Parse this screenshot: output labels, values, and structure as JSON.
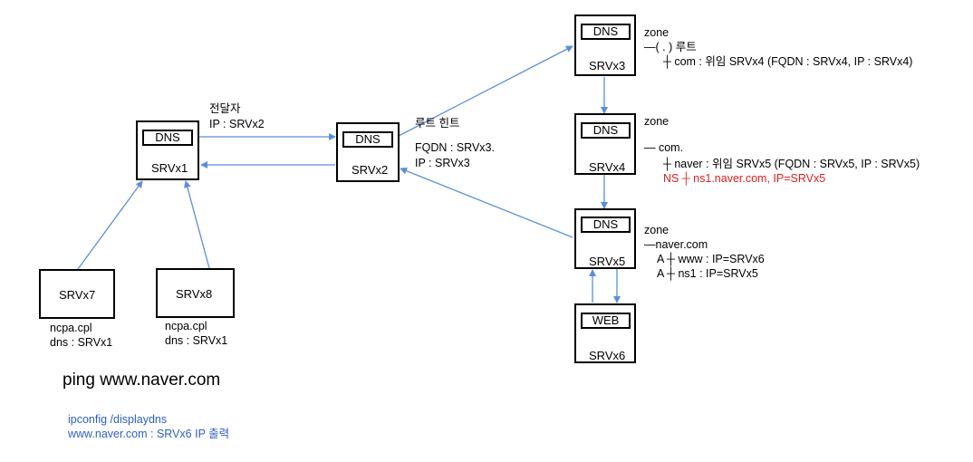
{
  "nodes": {
    "srvx1": {
      "inner": "DNS",
      "label": "SRVx1"
    },
    "srvx2": {
      "inner": "DNS",
      "label": "SRVx2"
    },
    "srvx3": {
      "inner": "DNS",
      "label": "SRVx3"
    },
    "srvx4": {
      "inner": "DNS",
      "label": "SRVx4"
    },
    "srvx5": {
      "inner": "DNS",
      "label": "SRVx5"
    },
    "srvx6": {
      "inner": "WEB",
      "label": "SRVx6"
    },
    "srvx7": {
      "label": "SRVx7"
    },
    "srvx8": {
      "label": "SRVx8"
    }
  },
  "forwarder": {
    "title": "전달자",
    "ip": "IP : SRVx2"
  },
  "root_hint": {
    "title": "루트 힌트",
    "fqdn": "FQDN : SRVx3.",
    "ip": "IP : SRVx3"
  },
  "client7": {
    "line1": "ncpa.cpl",
    "line2": "dns : SRVx1"
  },
  "client8": {
    "line1": "ncpa.cpl",
    "line2": "dns : SRVx1"
  },
  "zone3": {
    "title": "zone",
    "line1": "—( . ) 루트",
    "line2": "┼ com : 위임 SRVx4 (FQDN : SRVx4, IP : SRVx4)"
  },
  "zone4": {
    "title": "zone",
    "line1": "— com.",
    "line2": "┼ naver : 위임 SRVx5 (FQDN : SRVx5, IP : SRVx5)",
    "line3": "NS ┼ ns1.naver.com, IP=SRVx5"
  },
  "zone5": {
    "title": "zone",
    "line1": "—naver.com",
    "line2": "A ┼ www : IP=SRVx6",
    "line3": "A ┼ ns1 : IP=SRVx5"
  },
  "ping": "ping www.naver.com",
  "ipconfig": {
    "line1": "ipconfig /displaydns",
    "line2": "www.naver.com : SRVx6 IP 출력"
  },
  "colors": {
    "arrow": "#5b8fd6",
    "red_text": "#e02020",
    "blue_text": "#2e5fc4"
  }
}
